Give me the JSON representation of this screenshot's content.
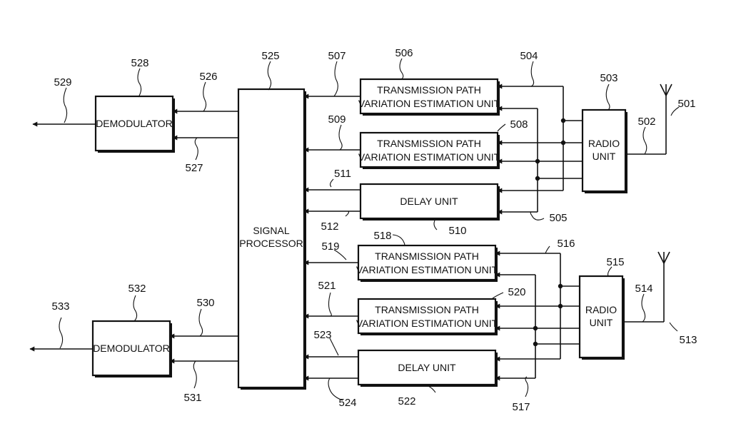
{
  "blocks": {
    "demod_top": {
      "label": "DEMODULATOR",
      "ref": "528"
    },
    "demod_bottom": {
      "label": "DEMODULATOR",
      "ref": "532"
    },
    "signal_processor": {
      "line1": "SIGNAL",
      "line2": "PROCESSOR",
      "ref": "525"
    },
    "tpve_1": {
      "line1": "TRANSMISSION PATH",
      "line2": "VARIATION ESTIMATION UNIT",
      "ref": "506"
    },
    "tpve_2": {
      "line1": "TRANSMISSION PATH",
      "line2": "VARIATION ESTIMATION UNIT",
      "ref": "508"
    },
    "delay_1": {
      "label": "DELAY UNIT",
      "ref": "510"
    },
    "tpve_3": {
      "line1": "TRANSMISSION PATH",
      "line2": "VARIATION ESTIMATION UNIT",
      "ref": "518"
    },
    "tpve_4": {
      "line1": "TRANSMISSION PATH",
      "line2": "VARIATION ESTIMATION UNIT",
      "ref": "520"
    },
    "delay_2": {
      "label": "DELAY UNIT",
      "ref": "522"
    },
    "radio_top": {
      "line1": "RADIO",
      "line2": "UNIT",
      "ref": "503"
    },
    "radio_bottom": {
      "line1": "RADIO",
      "line2": "UNIT",
      "ref": "515"
    }
  },
  "refs": {
    "r529": "529",
    "r526": "526",
    "r527": "527",
    "r507": "507",
    "r509": "509",
    "r511": "511",
    "r512": "512",
    "r504": "504",
    "r505": "505",
    "r502": "502",
    "r501": "501",
    "r533": "533",
    "r530": "530",
    "r531": "531",
    "r519": "519",
    "r521": "521",
    "r523": "523",
    "r524": "524",
    "r516": "516",
    "r517": "517",
    "r514": "514",
    "r513": "513"
  }
}
